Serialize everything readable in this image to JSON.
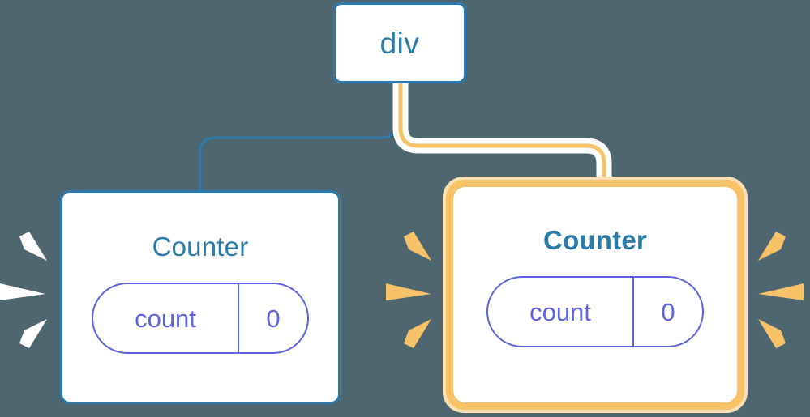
{
  "diagram": {
    "title": "React component tree re-render highlight",
    "background_color": "#4d6670",
    "nodes": {
      "root": {
        "label": "div",
        "type": "element",
        "border_color": "#2b7bb0",
        "text_color": "#2b7ba8",
        "highlighted": false
      },
      "counter_left": {
        "title": "Counter",
        "type": "component",
        "border_color": "#2b7bb0",
        "title_color": "#2b7ba8",
        "highlighted": false,
        "state": {
          "key": "count",
          "value": "0",
          "color": "#5c63dd"
        }
      },
      "counter_right": {
        "title": "Counter",
        "type": "component",
        "border_color": "#f8c268",
        "glow_color": "#fae0b4",
        "title_color": "#2b7ba8",
        "highlighted": true,
        "state": {
          "key": "count",
          "value": "0",
          "color": "#5c63dd"
        }
      }
    },
    "edges": [
      {
        "name": "div-to-counter-left",
        "from": "root",
        "to": "counter_left",
        "color": "#2b7bb0",
        "width": 3,
        "highlighted": false
      },
      {
        "name": "div-to-counter-right",
        "from": "root",
        "to": "counter_right",
        "color": "#f8c268",
        "halo_color": "#ffffff",
        "width": 5,
        "highlighted": true
      }
    ],
    "sparkles": [
      {
        "name": "sparkles-left-counter-outer",
        "color": "#ffffff",
        "count": 3
      },
      {
        "name": "sparkles-between-counters",
        "color": "#f8c268",
        "count": 3
      },
      {
        "name": "sparkles-right-counter-outer",
        "color": "#f8c268",
        "count": 3
      }
    ]
  }
}
